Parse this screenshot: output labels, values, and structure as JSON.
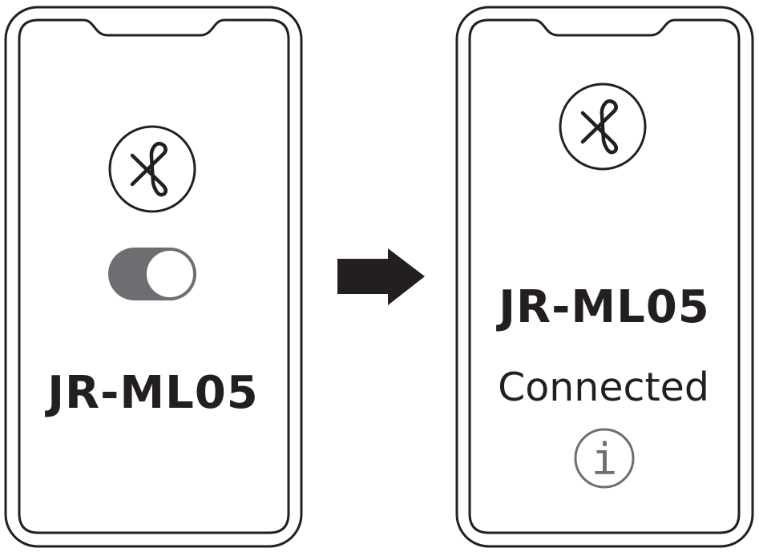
{
  "left_phone": {
    "icon": "bluetooth-icon",
    "toggle_state": "on",
    "device_name": "JR-ML05"
  },
  "arrow": {
    "icon": "right-arrow-icon"
  },
  "right_phone": {
    "icon": "bluetooth-icon",
    "device_name": "JR-ML05",
    "status": "Connected",
    "info_icon": "info-icon",
    "info_glyph": "i"
  },
  "colors": {
    "outline": "#231f20",
    "toggle_fill": "#6d6e71",
    "info_icon": "#6d6e71"
  }
}
